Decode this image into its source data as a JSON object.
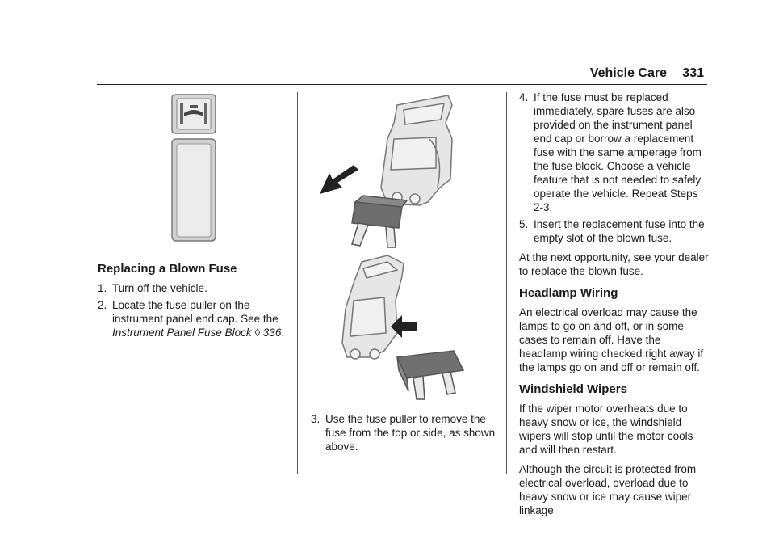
{
  "header": {
    "section": "Vehicle Care",
    "page_number": "331"
  },
  "left": {
    "heading": "Replacing a Blown Fuse",
    "steps": [
      {
        "num": "1.",
        "text": "Turn off the vehicle."
      },
      {
        "num": "2.",
        "text_before": "Locate the fuse puller on the instrument panel end cap. See the ",
        "ref": "Instrument Panel Fuse Block",
        "ref_sym": "◊",
        "ref_page": "336",
        "text_after": "."
      }
    ]
  },
  "middle": {
    "steps": [
      {
        "num": "3.",
        "text": "Use the fuse puller to remove the fuse from the top or side, as shown above."
      }
    ]
  },
  "right": {
    "steps": [
      {
        "num": "4.",
        "text": "If the fuse must be replaced immediately, spare fuses are also provided on the instrument panel end cap or borrow a replacement fuse with the same amperage from the fuse block. Choose a vehicle feature that is not needed to safely operate the vehicle. Repeat Steps 2-3."
      },
      {
        "num": "5.",
        "text": "Insert the replacement fuse into the empty slot of the blown fuse."
      }
    ],
    "para1": "At the next opportunity, see your dealer to replace the blown fuse.",
    "heading1": "Headlamp Wiring",
    "para2": "An electrical overload may cause the lamps to go on and off, or in some cases to remain off. Have the headlamp wiring checked right away if the lamps go on and off or remain off.",
    "heading2": "Windshield Wipers",
    "para3": "If the wiper motor overheats due to heavy snow or ice, the windshield wipers will stop until the motor cools and will then restart.",
    "para4": "Although the circuit is protected from electrical overload, overload due to heavy snow or ice may cause wiper linkage"
  },
  "colors": {
    "illustration_fill": "#e8e8e8",
    "illustration_stroke": "#777777",
    "fuse_dark": "#6e6e6e"
  }
}
